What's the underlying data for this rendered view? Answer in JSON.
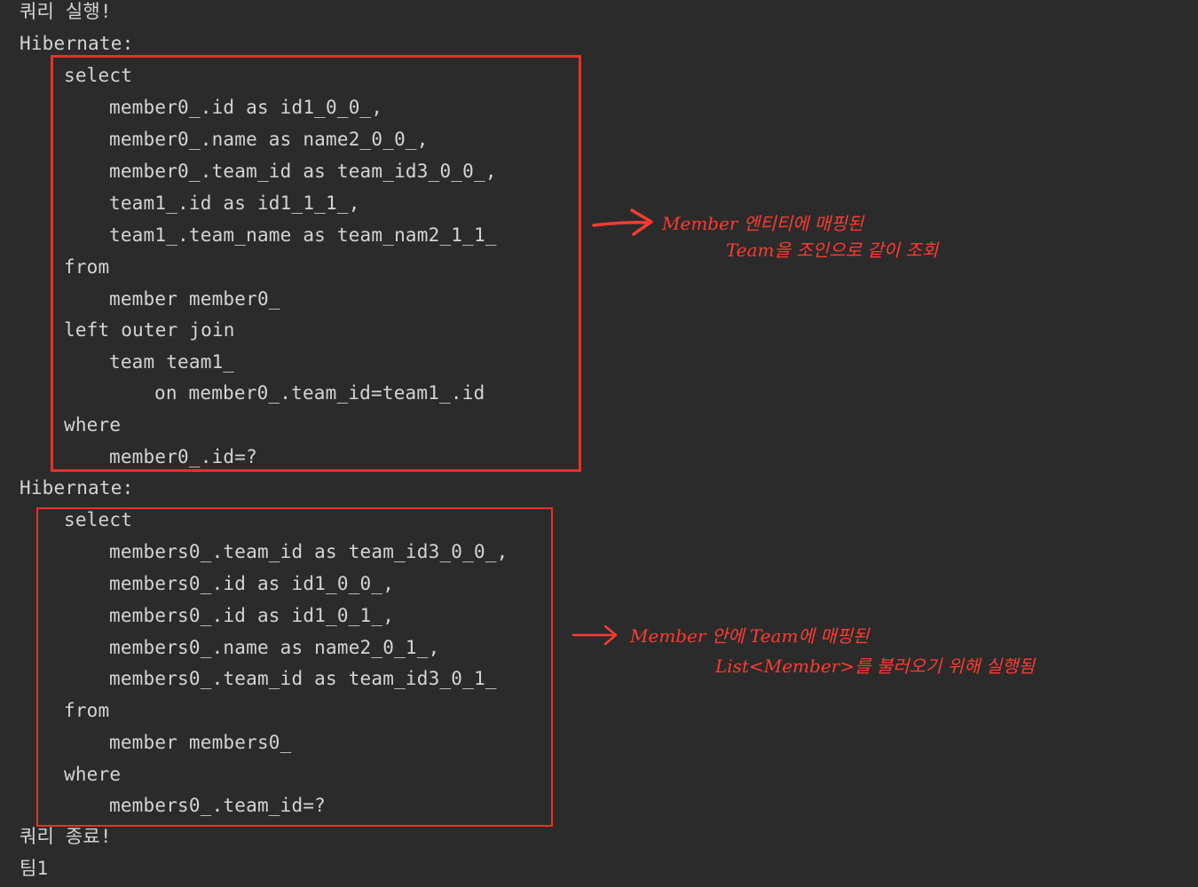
{
  "console": {
    "query_start": "쿼리 실행!",
    "hibernate_label": "Hibernate:",
    "query1": [
      "select",
      "member0_.id as id1_0_0_,",
      "member0_.name as name2_0_0_,",
      "member0_.team_id as team_id3_0_0_,",
      "team1_.id as id1_1_1_,",
      "team1_.team_name as team_nam2_1_1_",
      "from",
      "member member0_",
      "left outer join",
      "team team1_",
      "on member0_.team_id=team1_.id",
      "where",
      "member0_.id=?"
    ],
    "query2": [
      "select",
      "members0_.team_id as team_id3_0_0_,",
      "members0_.id as id1_0_0_,",
      "members0_.id as id1_0_1_,",
      "members0_.name as name2_0_1_,",
      "members0_.team_id as team_id3_0_1_",
      "from",
      "member members0_",
      "where",
      "members0_.team_id=?"
    ],
    "query_end": "쿼리 종료!",
    "team_result": "팀1"
  },
  "annotations": {
    "note1_line1": "Member 엔티티에 매핑된",
    "note1_line2": "Team을 조인으로 같이 조회",
    "note2_line1": "Member 안에 Team에 매핑된",
    "note2_line2": "List<Member>를 불러오기 위해 실행됨"
  },
  "colors": {
    "background": "#2b2b2b",
    "text": "#d4d4d4",
    "annotation_red": "#e8312a"
  }
}
